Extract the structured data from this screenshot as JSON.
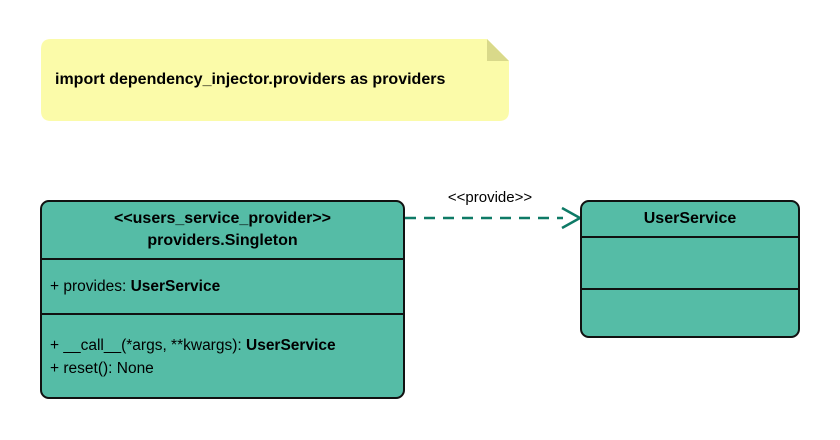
{
  "colors": {
    "background": "#FFFFFF",
    "class_fill": "#55BCA6",
    "class_border": "#111111",
    "note_fill": "#FBFBA9",
    "note_fold": "#D9D98A",
    "note_border": "#111111",
    "arrow": "#0E7A66",
    "text": "#000000"
  },
  "note": {
    "text": "import dependency_injector.providers as providers"
  },
  "diagram": {
    "provider_class": {
      "stereotype": "<<users_service_provider>>",
      "name": "providers.Singleton",
      "attributes": [
        {
          "text": "+ provides: ",
          "emphasis": "UserService"
        }
      ],
      "methods": [
        {
          "text": "+ __call__(*args, **kwargs): ",
          "emphasis": "UserService"
        },
        {
          "text": "+ reset(): None",
          "emphasis": ""
        }
      ]
    },
    "service_class": {
      "name": "UserService"
    },
    "relation": {
      "label": "<<provide>>"
    }
  }
}
